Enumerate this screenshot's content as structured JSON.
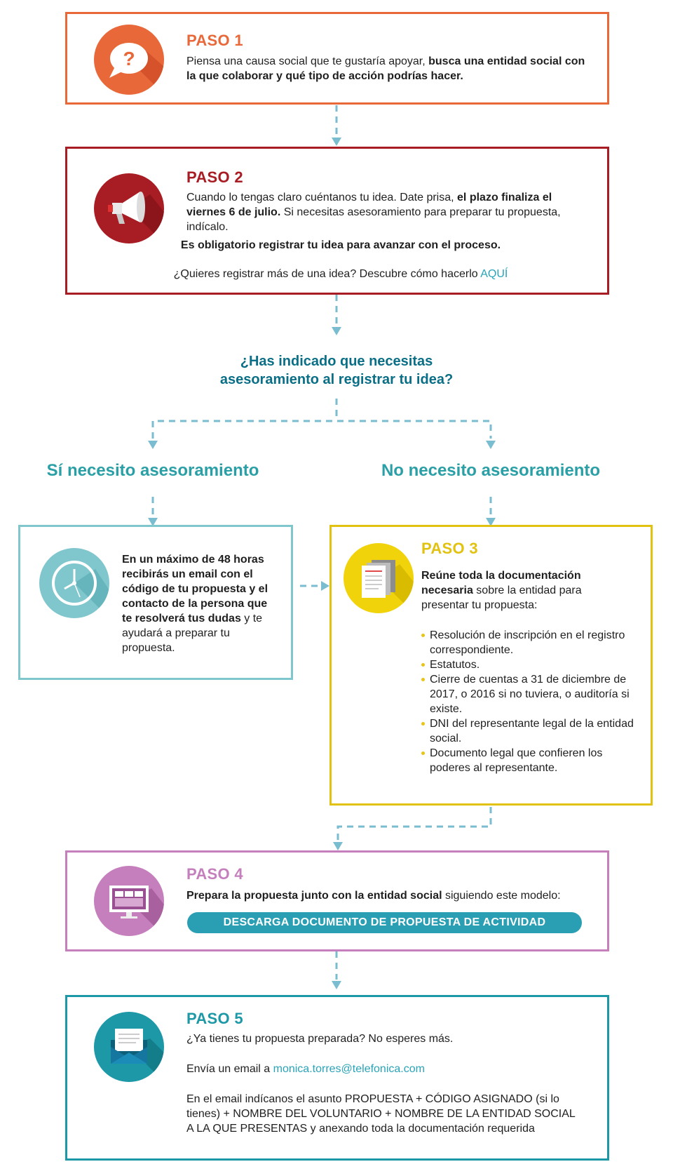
{
  "colors": {
    "paso1": "#e8683a",
    "paso2": "#a81c24",
    "paso3": "#e2c210",
    "paso4": "#c57fbd",
    "paso5": "#1d98a7",
    "si_box": "#7fc6cd",
    "connector": "#7bbdd0",
    "question": "#0a6f86"
  },
  "paso1": {
    "title": "PASO 1",
    "icon": "question-bubble-icon",
    "text_a": "Piensa una causa social que te gustaría apoyar, ",
    "text_b": "busca una entidad social con la que colaborar y qué tipo de acción podrías hacer."
  },
  "paso2": {
    "title": "PASO 2",
    "icon": "megaphone-icon",
    "text_a": "Cuando lo tengas claro cuéntanos tu idea. Date prisa, ",
    "text_b": "el plazo finaliza el viernes 6 de julio.",
    "text_c": " Si necesitas asesoramiento para preparar tu propuesta, indícalo.",
    "mandatory": "Es obligatorio registrar tu idea para avanzar con el proceso.",
    "more_ideas": "¿Quieres registrar más de una idea? Descubre cómo hacerlo ",
    "more_ideas_link": "AQUÍ"
  },
  "question": {
    "line1": "¿Has indicado que necesitas",
    "line2": "asesoramiento al registrar tu idea?"
  },
  "branch_yes": "Sí necesito asesoramiento",
  "branch_no": "No necesito asesoramiento",
  "si_box": {
    "icon": "clock-icon",
    "text_a": "En un máximo de 48 horas recibirás un email con el código de tu propuesta y el contacto de la persona que te resolverá tus dudas",
    "text_b": " y te ayudará a preparar tu propuesta."
  },
  "paso3": {
    "title": "PASO 3",
    "icon": "documents-icon",
    "intro_a": "Reúne toda la documentación necesaria",
    "intro_b": " sobre la entidad para presentar tu propuesta:",
    "items": [
      "Resolución de inscripción en el registro correspondiente.",
      "Estatutos.",
      "Cierre de cuentas a 31 de diciembre de 2017, o 2016 si no tuviera, o auditoría si existe.",
      "DNI del representante legal de la entidad social.",
      "Documento legal que confieren los poderes al representante."
    ]
  },
  "paso4": {
    "title": "PASO 4",
    "icon": "monitor-icon",
    "text_a": "Prepara la propuesta junto con la entidad social",
    "text_b": " siguiendo este modelo:",
    "button": "DESCARGA DOCUMENTO DE PROPUESTA DE ACTIVIDAD"
  },
  "paso5": {
    "title": "PASO 5",
    "icon": "envelope-icon",
    "line1": "¿Ya tienes tu propuesta preparada? No esperes más.",
    "email_prefix": "Envía un email a ",
    "email": "monica.torres@telefonica.com",
    "line3": "En el email indícanos el asunto PROPUESTA + CÓDIGO ASIGNADO (si lo tienes) + NOMBRE DEL VOLUNTARIO + NOMBRE DE LA ENTIDAD SOCIAL A LA QUE PRESENTAS y anexando toda la documentación requerida"
  }
}
